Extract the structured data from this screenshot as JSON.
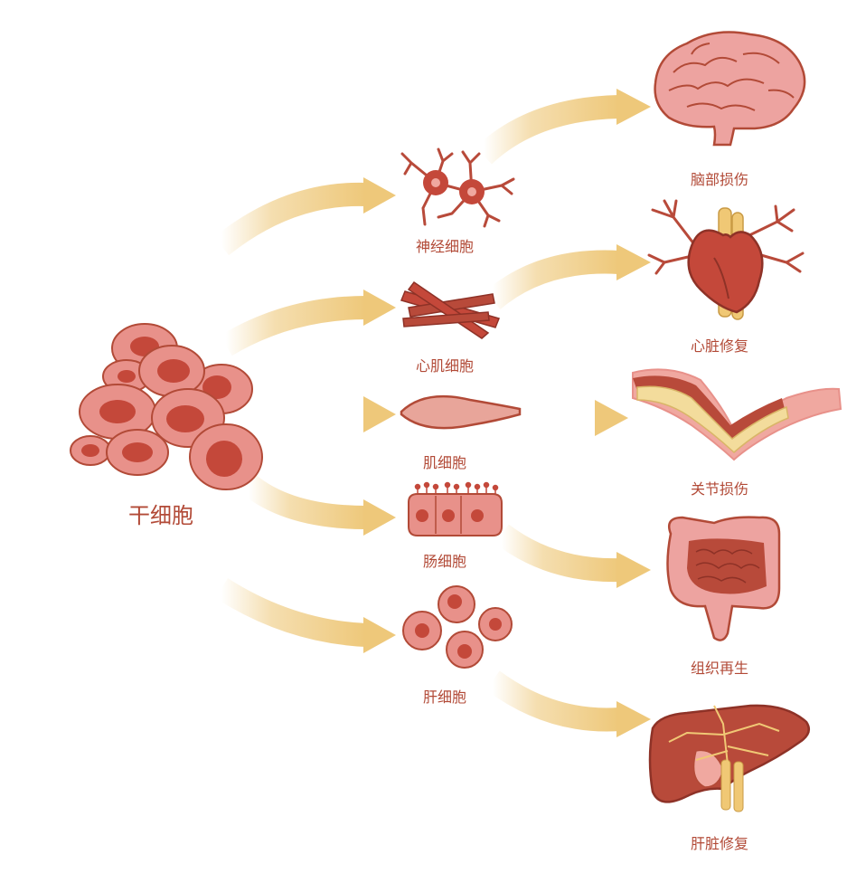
{
  "source": {
    "label": "干细胞"
  },
  "cells": [
    {
      "id": "neuron",
      "label": "神经细胞"
    },
    {
      "id": "cardiac",
      "label": "心肌细胞"
    },
    {
      "id": "muscle",
      "label": "肌细胞"
    },
    {
      "id": "intestinal",
      "label": "肠细胞"
    },
    {
      "id": "liver",
      "label": "肝细胞"
    }
  ],
  "outcomes": [
    {
      "id": "brain",
      "label": "脑部损伤"
    },
    {
      "id": "heart",
      "label": "心脏修复"
    },
    {
      "id": "joint",
      "label": "关节损伤"
    },
    {
      "id": "intestine",
      "label": "组织再生"
    },
    {
      "id": "liver",
      "label": "肝脏修复"
    }
  ],
  "colors": {
    "label": "#b24a37",
    "cell_fill": "#e8918a",
    "cell_nucleus": "#c4483a",
    "cell_outline": "#b24a37",
    "arrow": "#eec87a",
    "organ_dark": "#b84a3a",
    "organ_light": "#f0a8a0",
    "vessel": "#f0d08a"
  }
}
